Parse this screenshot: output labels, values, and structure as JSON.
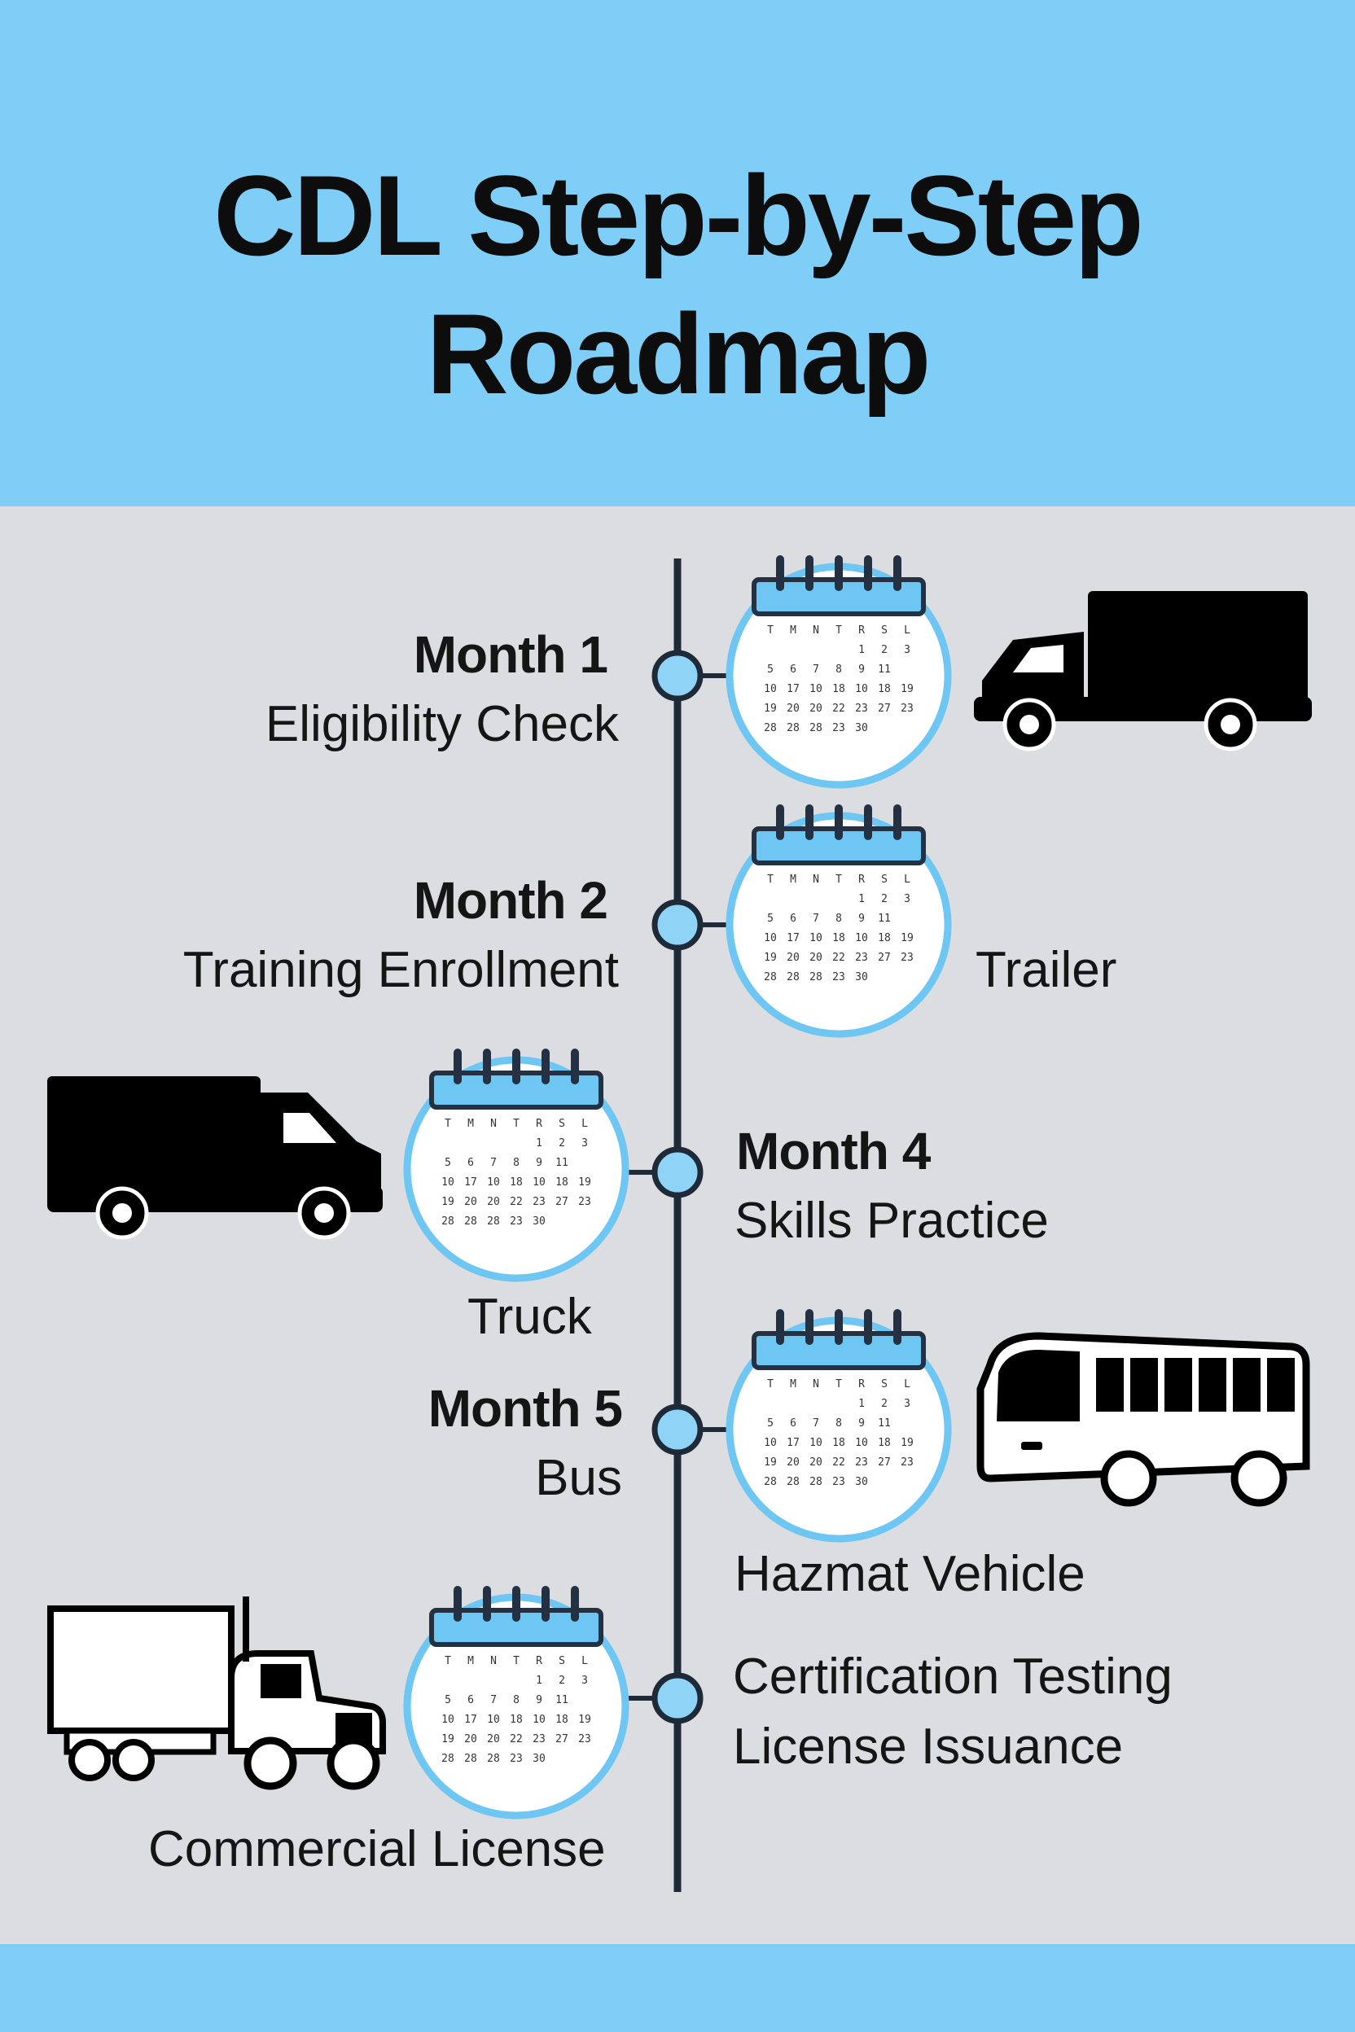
{
  "title_line1": "CDL Step-by-Step",
  "title_line2": "Roadmap",
  "colors": {
    "banner": "#7fcef7",
    "background": "#dcdde0",
    "accent_blue": "#6ec6f2",
    "node_fill": "#8fd3f6",
    "ink": "#111111"
  },
  "calendar": {
    "weekdays": [
      "T",
      "M",
      "N",
      "T",
      "R",
      "S",
      "L"
    ],
    "rows": [
      [
        "",
        "",
        "",
        "",
        "1",
        "2",
        "3"
      ],
      [
        "5",
        "6",
        "7",
        "8",
        "9",
        "11",
        ""
      ],
      [
        "10",
        "17",
        "10",
        "18",
        "10",
        "18",
        "19"
      ],
      [
        "19",
        "20",
        "20",
        "22",
        "23",
        "27",
        "23"
      ],
      [
        "28",
        "28",
        "28",
        "23",
        "30",
        "",
        ""
      ]
    ]
  },
  "milestones": {
    "m1": {
      "month": "Month 1",
      "step": "Eligibility Check",
      "vehicle_icon": "box-truck-icon"
    },
    "m2": {
      "month": "Month 2",
      "step": "Training Enrollment",
      "vehicle_label": "Trailer"
    },
    "m4": {
      "month": "Month 4",
      "step": "Skills Practice",
      "vehicle_icon": "box-truck-icon",
      "vehicle_label": "Truck"
    },
    "m5": {
      "month": "Month 5",
      "step": "Bus",
      "vehicle_icon": "bus-icon",
      "vehicle_label": "Hazmat Vehicle"
    },
    "m6": {
      "step_line1": "Certification Testing",
      "step_line2": "License Issuance",
      "vehicle_icon": "semi-truck-icon",
      "vehicle_label": "Commercial License"
    }
  }
}
